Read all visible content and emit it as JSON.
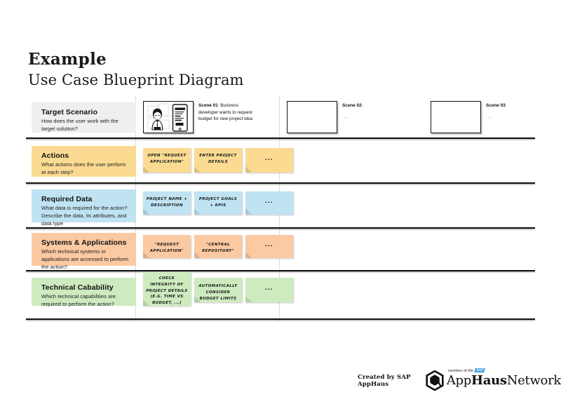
{
  "title": {
    "main": "Example",
    "sub": "Use Case Blueprint Diagram"
  },
  "colors": {
    "target_scenario": "#EFEFEF",
    "actions": "#FBDB92",
    "required_data": "#BFE3F2",
    "systems_applications": "#FBC9A2",
    "technical_capability": "#CDEBBF",
    "rule": "#111111",
    "divider": "#B9B9B9",
    "sap_blue": "#3F9ED6"
  },
  "scenes": [
    {
      "id": "scene-01",
      "label_bold": "Scene 01",
      "label_rest": ": Business developer wants to request budget for new project idea",
      "has_illustration": true,
      "dots": ""
    },
    {
      "id": "scene-02",
      "label_bold": "Scene 02",
      "label_rest": ":",
      "has_illustration": false,
      "dots": "..."
    },
    {
      "id": "scene-03",
      "label_bold": "Scene 03",
      "label_rest": ":",
      "has_illustration": false,
      "dots": "..."
    }
  ],
  "rows": [
    {
      "id": "target-scenario",
      "title": "Target Scenario",
      "description": "How does the user work with the target solution?",
      "color": "#EFEFEF",
      "notes": []
    },
    {
      "id": "actions",
      "title": "Actions",
      "description": "What actions does the user perform at each step?",
      "color": "#FBDB92",
      "notes": [
        {
          "text": "Open \"Request Application\"",
          "ellipsis": false
        },
        {
          "text": "Enter project details",
          "ellipsis": false
        },
        {
          "text": "...",
          "ellipsis": true
        }
      ]
    },
    {
      "id": "required-data",
      "title": "Required Data",
      "description": "What data is required for the action? Describe the data, its attributes, and data type",
      "color": "#BFE3F2",
      "notes": [
        {
          "text": "Project name + description",
          "ellipsis": false
        },
        {
          "text": "Project goals + KPIs",
          "ellipsis": false
        },
        {
          "text": "...",
          "ellipsis": true
        }
      ]
    },
    {
      "id": "systems-applications",
      "title": "Systems & Applications",
      "description": "Which technical systems or applications are accessed to perform the action?",
      "color": "#FBC9A2",
      "notes": [
        {
          "text": "\"Request Application\"",
          "ellipsis": false
        },
        {
          "text": "\"Central Repository\"",
          "ellipsis": false
        },
        {
          "text": "...",
          "ellipsis": true
        }
      ]
    },
    {
      "id": "technical-capability",
      "title": "Technical Cabability",
      "description": "Which technical capabilities are required to perform the action?",
      "color": "#CDEBBF",
      "notes": [
        {
          "text": "Check integrity of project details (e.g. time vs budget, ...)",
          "ellipsis": false
        },
        {
          "text": "Automatically consider budget limits",
          "ellipsis": false
        },
        {
          "text": "...",
          "ellipsis": true
        }
      ]
    }
  ],
  "footer": {
    "credit": "Created by SAP AppHaus",
    "logo_member": "member of the",
    "logo_sap": "SAP",
    "logo_app": "App",
    "logo_haus": "Haus",
    "logo_network": "Network"
  }
}
